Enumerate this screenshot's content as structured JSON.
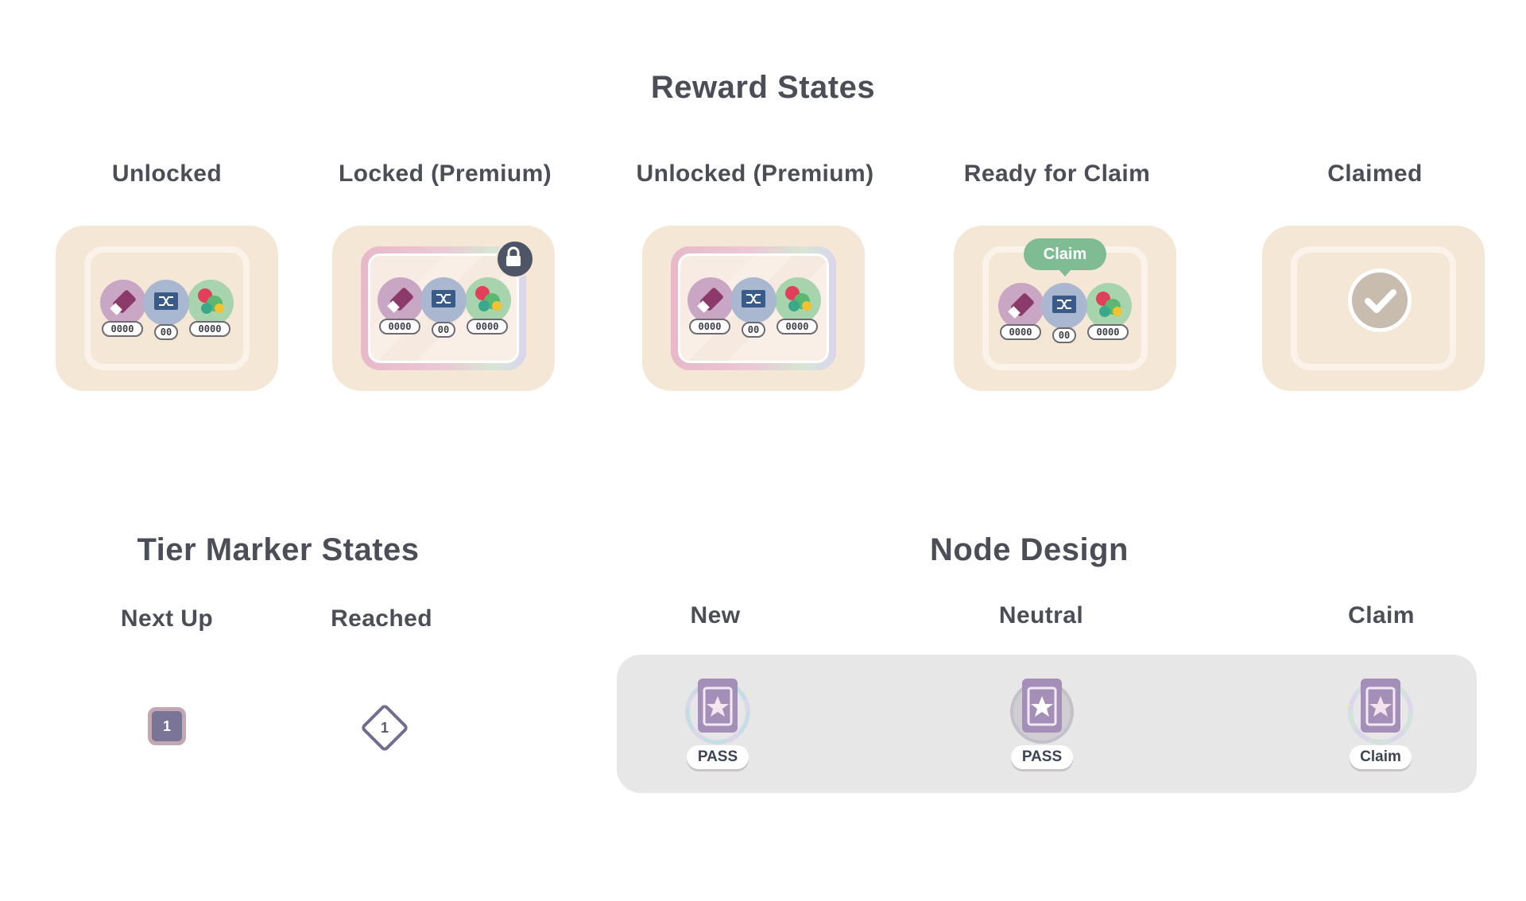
{
  "reward_section": {
    "title": "Reward States",
    "states": [
      {
        "label": "Unlocked"
      },
      {
        "label": "Locked (Premium)"
      },
      {
        "label": "Unlocked (Premium)"
      },
      {
        "label": "Ready for Claim"
      },
      {
        "label": "Claimed"
      }
    ],
    "item_counts": [
      "0000",
      "00",
      "0000"
    ],
    "claim_tooltip": "Claim",
    "icons": [
      "eraser-icon",
      "shuffle-card-icon",
      "balloons-icon",
      "lock-icon",
      "checkmark-icon"
    ]
  },
  "tier_section": {
    "title": "Tier Marker States",
    "next_up": {
      "label": "Next Up",
      "value": "1"
    },
    "reached": {
      "label": "Reached",
      "value": "1"
    }
  },
  "node_section": {
    "title": "Node Design",
    "nodes": [
      {
        "label": "New",
        "badge": "PASS"
      },
      {
        "label": "Neutral",
        "badge": "PASS"
      },
      {
        "label": "Claim",
        "badge": "Claim"
      }
    ]
  },
  "colors": {
    "card_bg": "#f5e7d6",
    "claim_green": "#7fbc93",
    "lock_dark": "#4d5566",
    "pass_purple": "#a48fb8",
    "panel_gray": "#e8e7e7"
  }
}
